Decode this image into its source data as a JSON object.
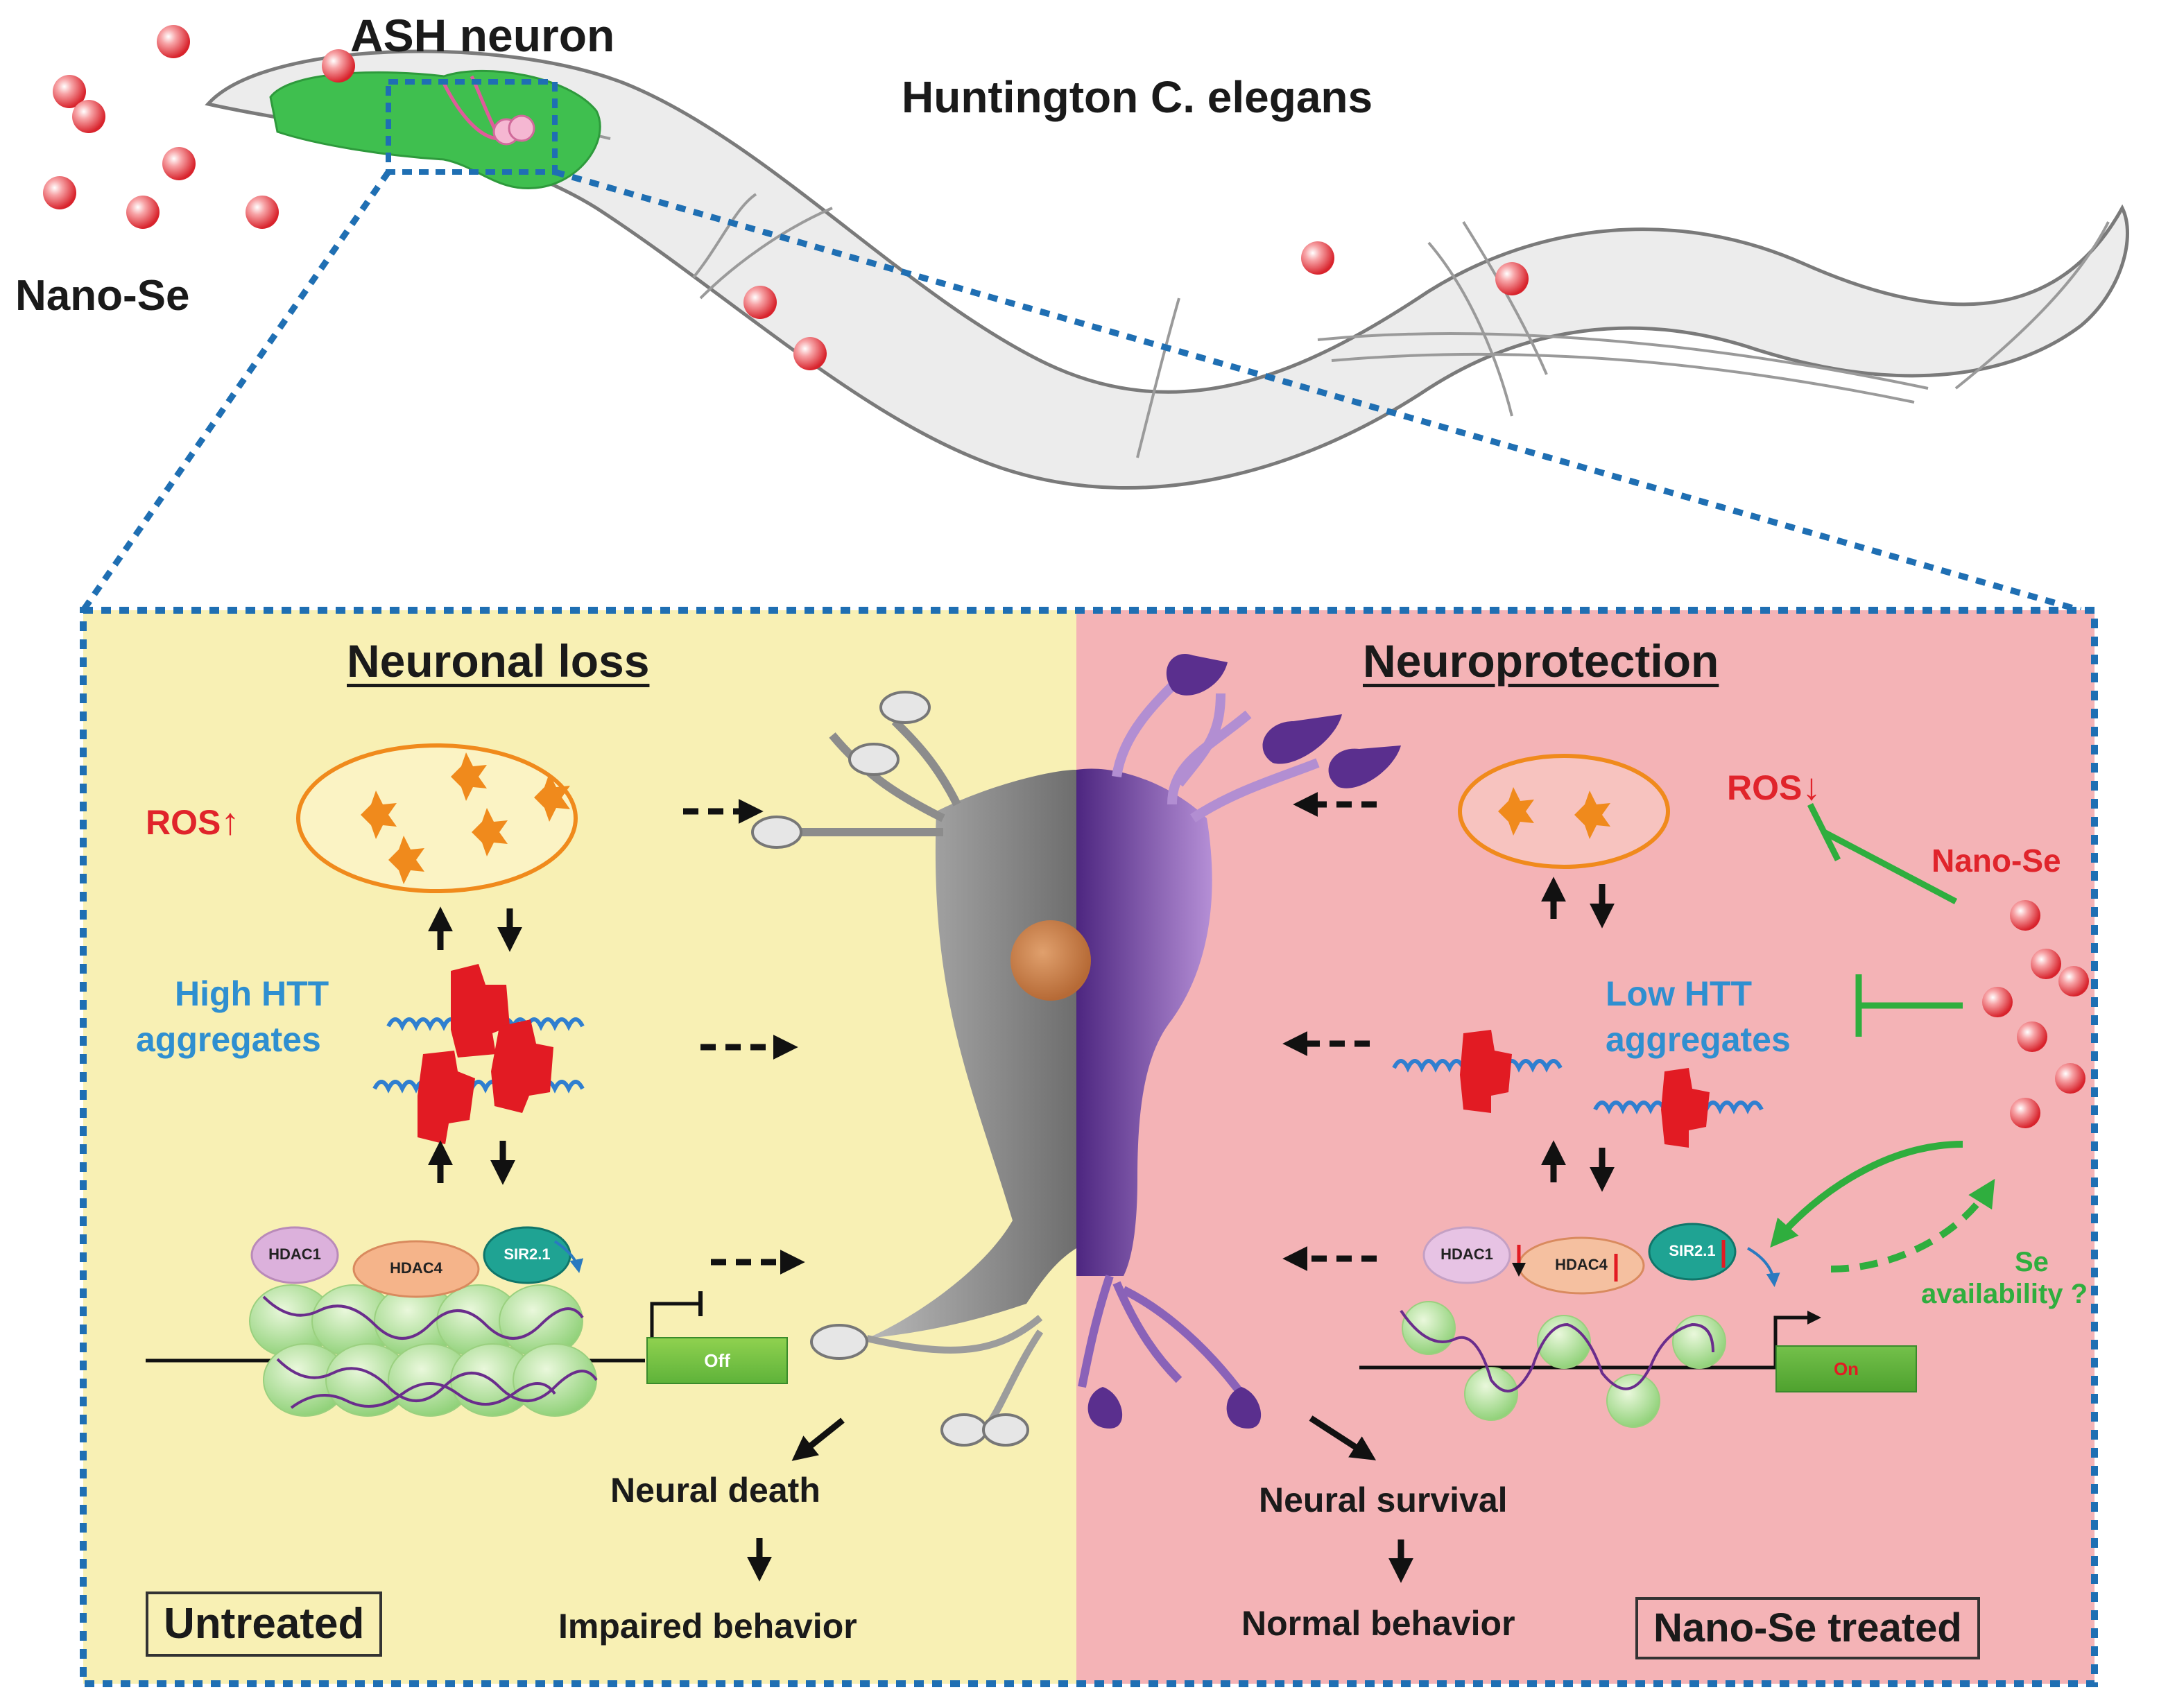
{
  "worm": {
    "title": "Huntington C. elegans",
    "ash_label": "ASH neuron",
    "nano_label": "Nano-Se"
  },
  "left_panel": {
    "heading": "Neuronal loss",
    "ros": "ROS",
    "htt_line1": "High HTT",
    "htt_line2": "aggregates",
    "hdac1": "HDAC1",
    "hdac4": "HDAC4",
    "sir": "SIR2.1",
    "switch": "Off",
    "outcome1": "Neural death",
    "outcome2": "Impaired behavior",
    "tag": "Untreated"
  },
  "right_panel": {
    "heading": "Neuroprotection",
    "ros": "ROS",
    "nano_label": "Nano-Se",
    "htt_line1": "Low HTT",
    "htt_line2": "aggregates",
    "hdac1": "HDAC1",
    "hdac4": "HDAC4",
    "sir": "SIR2.1",
    "switch": "On",
    "se_line1": "Se",
    "se_line2": "availability ?",
    "outcome1": "Neural survival",
    "outcome2": "Normal behavior",
    "tag": "Nano-Se treated"
  },
  "colors": {
    "left_bg": "#f8f0b4",
    "right_bg": "#f4b3b6",
    "border_blue": "#1f6fb3",
    "worm_fill": "#ececec",
    "neuron_green": "#3fbf4f",
    "nano_red": "#e8484f",
    "ros_orange": "#f08a1c",
    "htt_red": "#e21b23",
    "dna_blue": "#2f7fd0",
    "neuron_purple": "#5a2f8e",
    "neuron_gray": "#8c8c8c",
    "inhibit_green": "#2fae3e"
  }
}
